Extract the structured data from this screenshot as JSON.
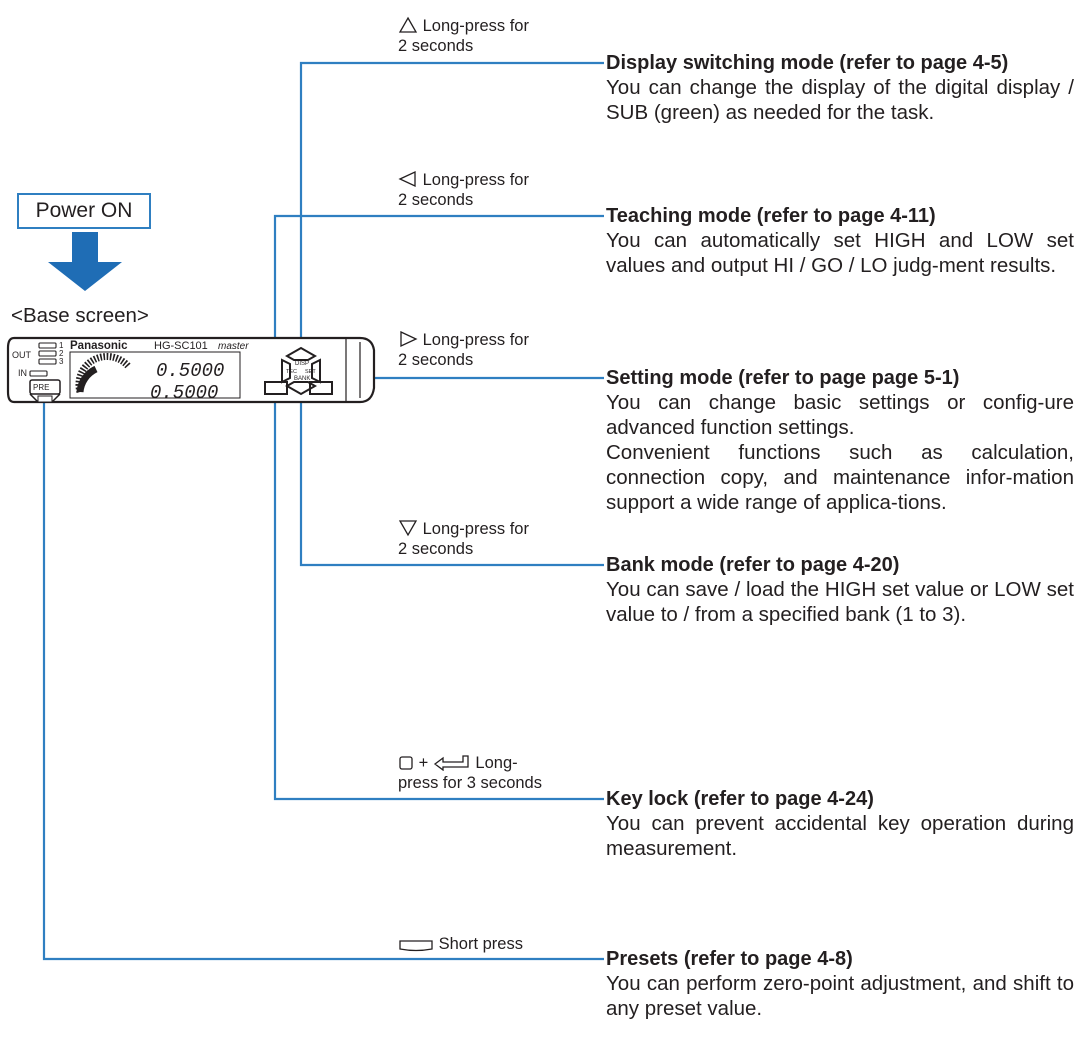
{
  "power": {
    "label": "Power ON"
  },
  "base_screen": {
    "label": "<Base screen>"
  },
  "device": {
    "brand": "Panasonic",
    "model": "HG-SC101",
    "role": "master",
    "indicator_out": "OUT",
    "indicator_in": "IN",
    "indicator_1": "1",
    "indicator_2": "2",
    "indicator_3": "3",
    "pre_label": "PRE",
    "main_value": "0.5000",
    "sub_value": "0.5000",
    "key_up": "DISP",
    "key_left": "TEC",
    "key_right": "SET",
    "key_down": "BANK"
  },
  "triggers": [
    {
      "icon": "up-triangle-icon",
      "line1": "Long-press for",
      "line2": "2 seconds"
    },
    {
      "icon": "left-triangle-icon",
      "line1": "Long-press for",
      "line2": "2 seconds"
    },
    {
      "icon": "right-triangle-icon",
      "line1": "Long-press for",
      "line2": "2 seconds"
    },
    {
      "icon": "down-triangle-icon",
      "line1": "Long-press for",
      "line2": "2 seconds"
    },
    {
      "icon": "square-plus-enter-icon",
      "plus": "+",
      "line1": "Long-",
      "line2": "press for 3 seconds"
    },
    {
      "icon": "preset-key-icon",
      "line1": "Short press"
    }
  ],
  "modes": [
    {
      "title": "Display switching mode (refer to page 4-5)",
      "body": "You can change the display of the digital display / SUB (green) as needed for the task."
    },
    {
      "title": "Teaching mode (refer to page 4-11)",
      "body": "You can automatically set HIGH and LOW set values and output HI / GO / LO judg-ment results."
    },
    {
      "title": "Setting mode (refer to page page 5-1)",
      "body": "You can change basic settings or config-ure advanced function settings.",
      "body2": "Convenient functions such as calculation, connection copy, and maintenance infor-mation support a wide range of applica-tions."
    },
    {
      "title": "Bank mode (refer to page 4-20)",
      "body": "You can save / load the HIGH set value or LOW set value to / from a specified bank (1 to 3)."
    },
    {
      "title": "Key lock (refer to page 4-24)",
      "body": "You can prevent accidental key operation during measurement."
    },
    {
      "title": "Presets (refer to page 4-8)",
      "body": "You can perform zero-point adjustment, and shift to any preset value."
    }
  ],
  "colors": {
    "connector": "#2f7fc1",
    "arrow": "#1f6db5",
    "text": "#231f20"
  }
}
